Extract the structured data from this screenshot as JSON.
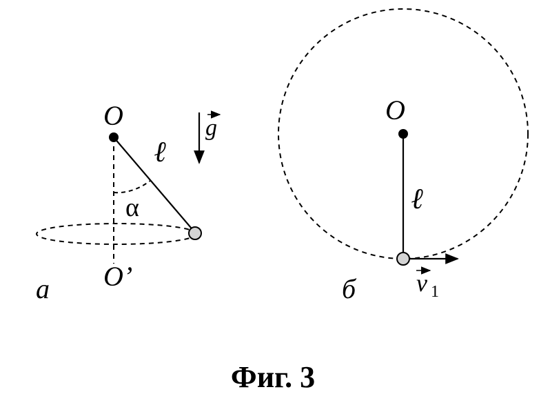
{
  "figure": {
    "caption": "Фиг. 3",
    "panel_a": {
      "label": "а",
      "point_top": "O",
      "point_bottom": "O’",
      "length_label": "ℓ",
      "angle_label": "α",
      "gravity_symbol": "g"
    },
    "panel_b": {
      "label": "б",
      "point_center": "O",
      "length_label": "ℓ",
      "velocity_symbol": "v",
      "velocity_subscript": "1"
    }
  },
  "colors": {
    "ink": "#000000",
    "bob_fill": "#d4d4d4",
    "background": "#ffffff"
  }
}
